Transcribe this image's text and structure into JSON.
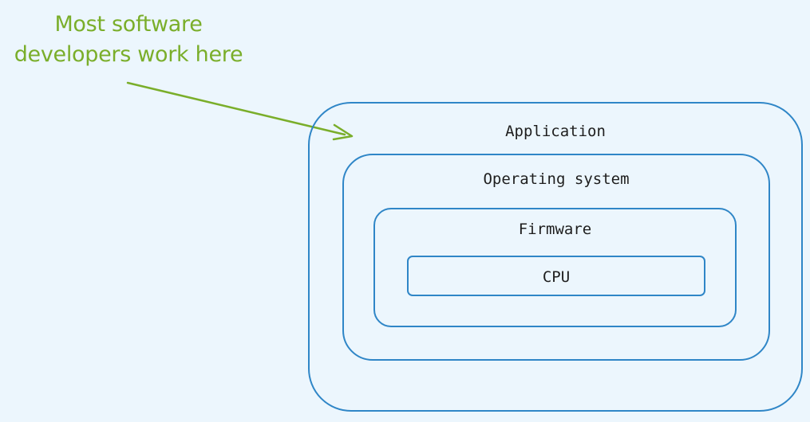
{
  "annotation": {
    "lines": [
      "Most software",
      "developers work here"
    ],
    "color": "#7aae2a"
  },
  "layers": [
    {
      "label": "Application"
    },
    {
      "label": "Operating system"
    },
    {
      "label": "Firmware"
    },
    {
      "label": "CPU"
    }
  ],
  "colors": {
    "background": "#ecf6fd",
    "border": "#2f86c7",
    "annotation": "#7aae2a"
  }
}
